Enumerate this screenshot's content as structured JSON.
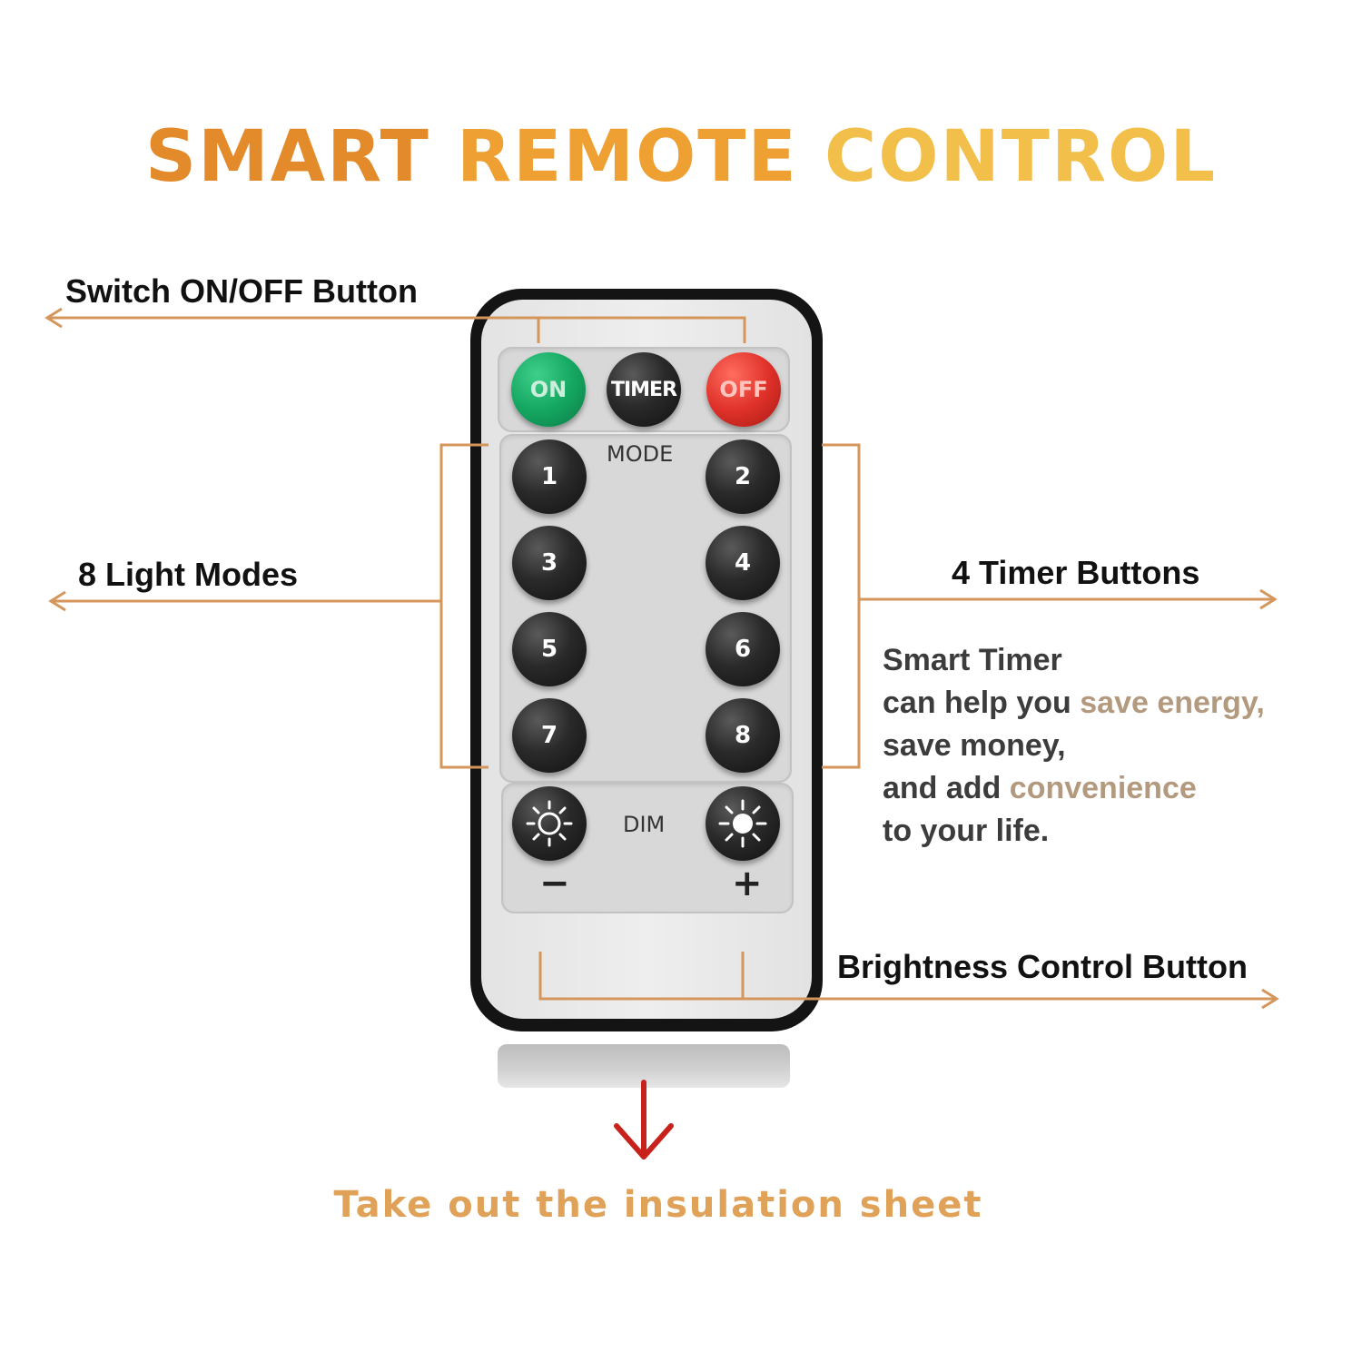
{
  "title": {
    "word1": "SMART",
    "word2": "REMOTE",
    "word3": "CONTROL"
  },
  "callouts": {
    "switch": "Switch ON/OFF Button",
    "modes": "8 Light Modes",
    "timers": "4 Timer Buttons",
    "brightness": "Brightness Control Button"
  },
  "smart_timer": {
    "line1": "Smart Timer",
    "line2_a": "can help you ",
    "line2_b": "save energy,",
    "line3": "save money,",
    "line4_a": "and add ",
    "line4_b": "convenience",
    "line5": "to your life."
  },
  "remote": {
    "on_label": "ON",
    "timer_label": "TIMER",
    "off_label": "OFF",
    "mode_label": "MODE",
    "mode_buttons": [
      "1",
      "2",
      "3",
      "4",
      "5",
      "6",
      "7",
      "8"
    ],
    "dim_label": "DIM",
    "minus_label": "−",
    "plus_label": "+"
  },
  "bottom_note": "Take out the insulation sheet",
  "colors": {
    "callout_line": "#d4965a",
    "title_orange": "#e38a2a",
    "title_gold": "#f2c04a",
    "on_green": "#15a862",
    "off_red": "#e0322a",
    "arrow_red": "#c8221c"
  }
}
